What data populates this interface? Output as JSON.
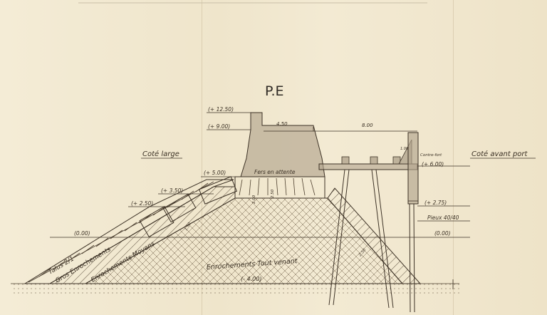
{
  "drawing": {
    "title": "P.E",
    "side_left": "Coté large",
    "side_right": "Coté avant port",
    "elevations": {
      "e1250": "(+ 12.50)",
      "e900": "(+ 9.00)",
      "e500": "(+ 5.00)",
      "e350": "(+ 3.50)",
      "e250": "(+ 2.50)",
      "e000_left": "(0.00)",
      "e000_right": "(0.00)",
      "e600": "(+ 6.00)",
      "e275": "(+ 2.75)",
      "em400": "(- 4.00)"
    },
    "dimensions": {
      "d450": "4.50",
      "d800": "8.00",
      "d100": "1.00",
      "d250a": "2.50",
      "d200": "2.00",
      "d150": "1.50",
      "d250b": "2.50"
    },
    "labels": {
      "fers": "Fers en attente",
      "contrefort": "Contre-fort",
      "pieux": "Pieux 40/40",
      "talus": "Talus 2/1",
      "gros": "Gros Enrochements",
      "moyens": "Enrochements Moyens",
      "tout_venant": "Enrochements Tout venant"
    }
  }
}
